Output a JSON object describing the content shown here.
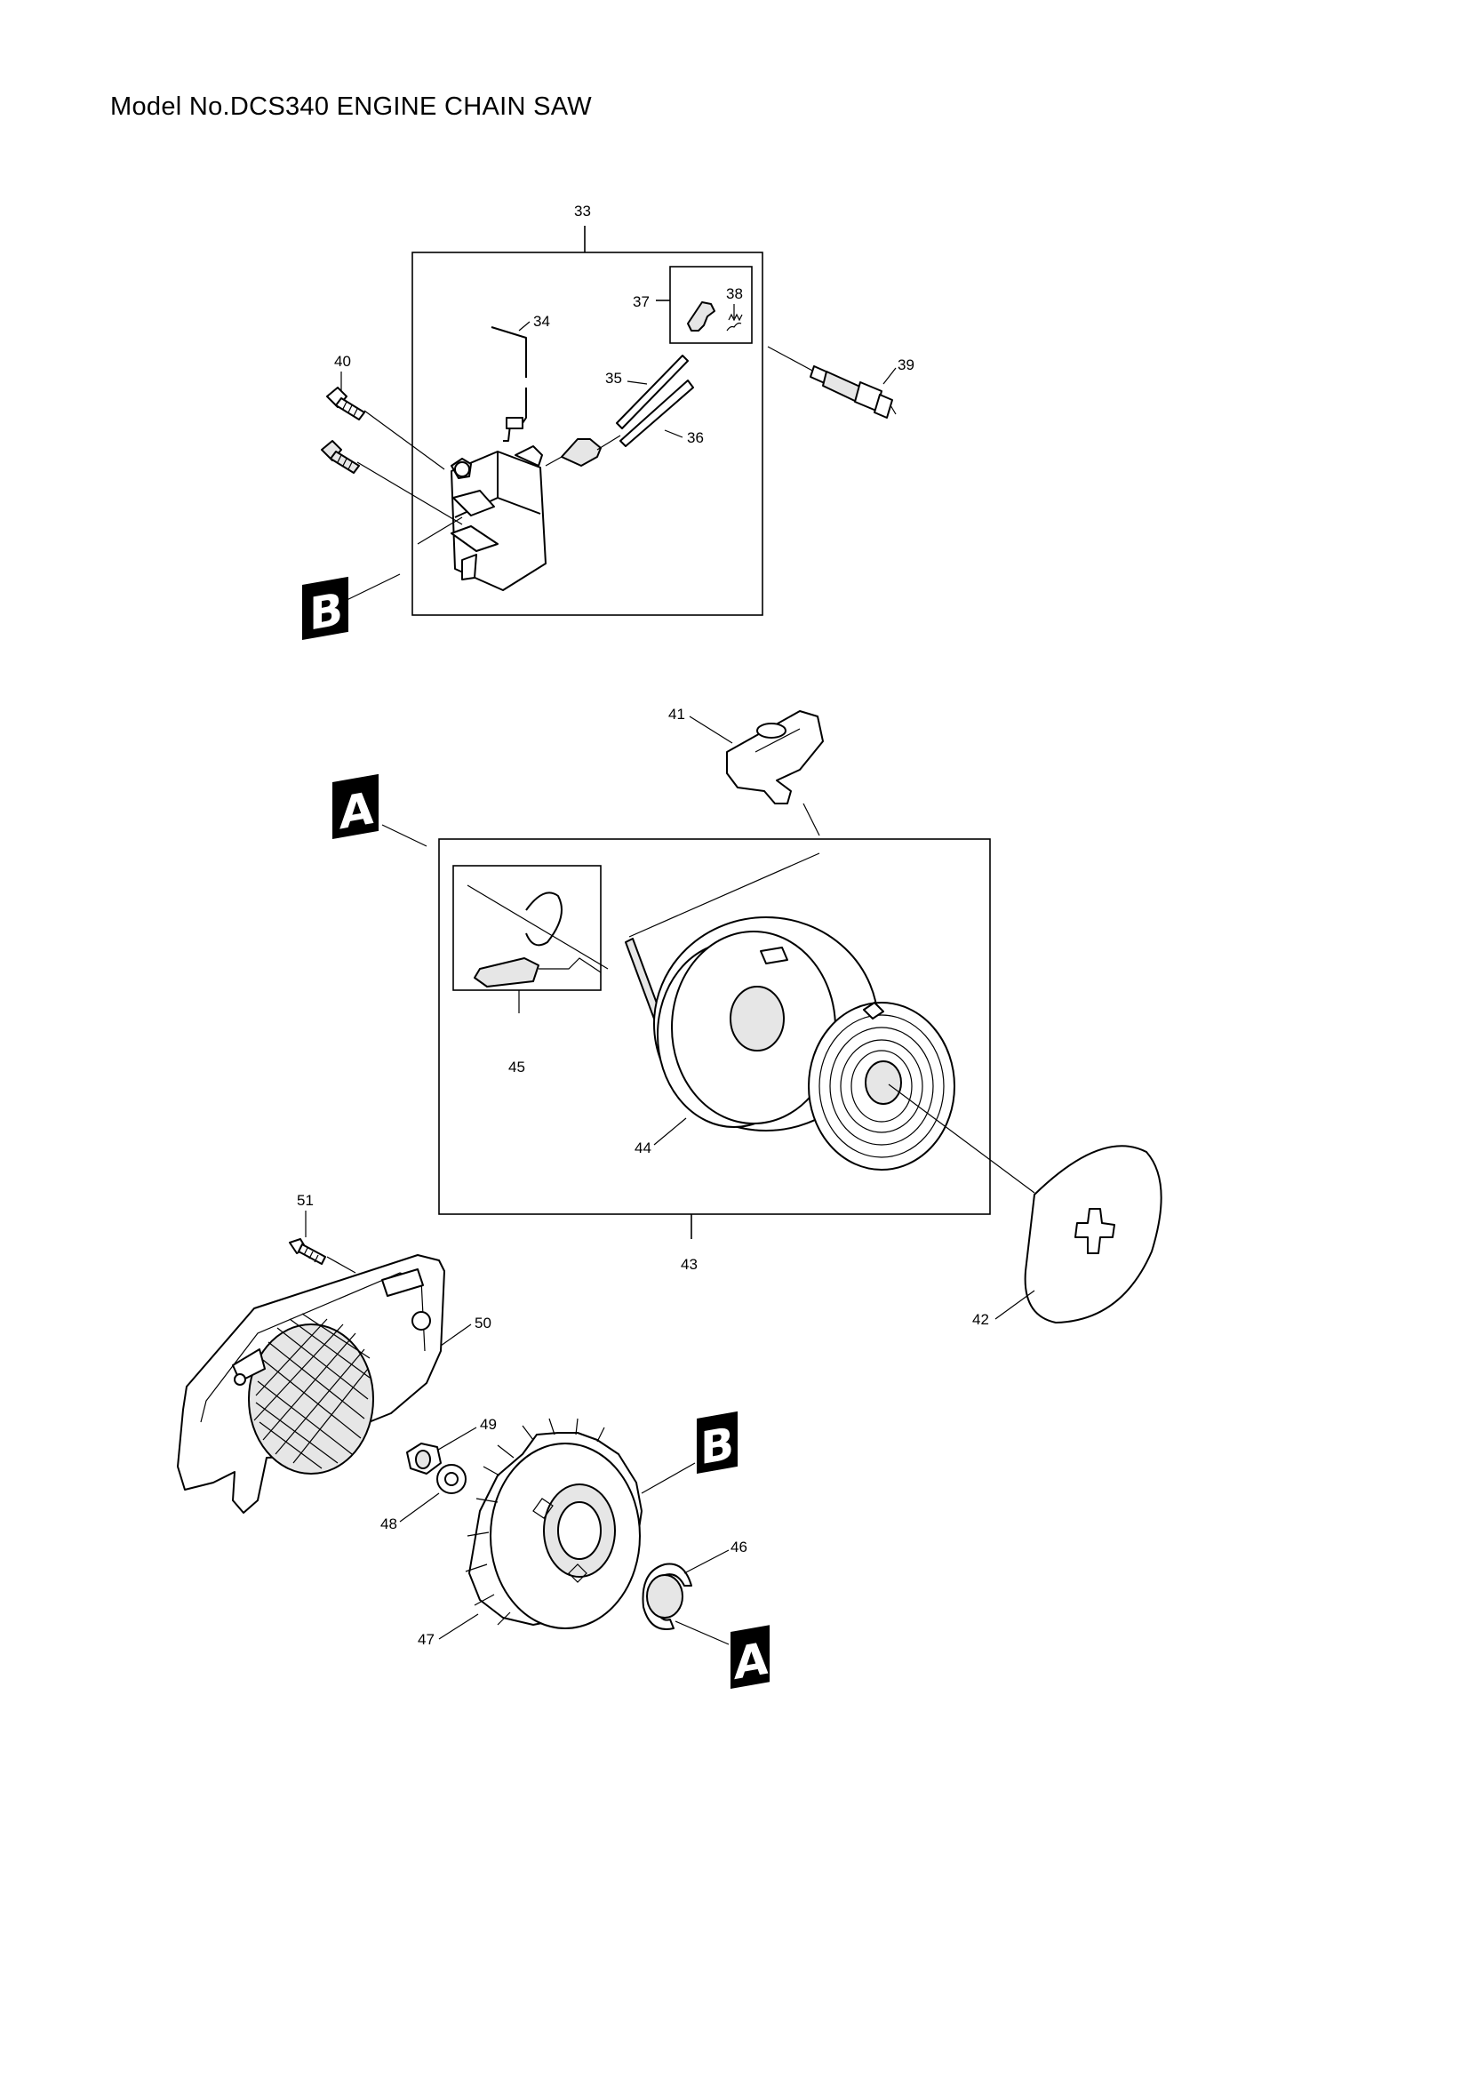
{
  "title": "Model No.DCS340 ENGINE CHAIN SAW",
  "callouts": {
    "c33": "33",
    "c34": "34",
    "c35": "35",
    "c36": "36",
    "c37": "37",
    "c38": "38",
    "c39": "39",
    "c40": "40",
    "c41": "41",
    "c42": "42",
    "c43": "43",
    "c44": "44",
    "c45": "45",
    "c46": "46",
    "c47": "47",
    "c48": "48",
    "c49": "49",
    "c50": "50",
    "c51": "51"
  },
  "markers": {
    "a": "A",
    "b": "B"
  }
}
